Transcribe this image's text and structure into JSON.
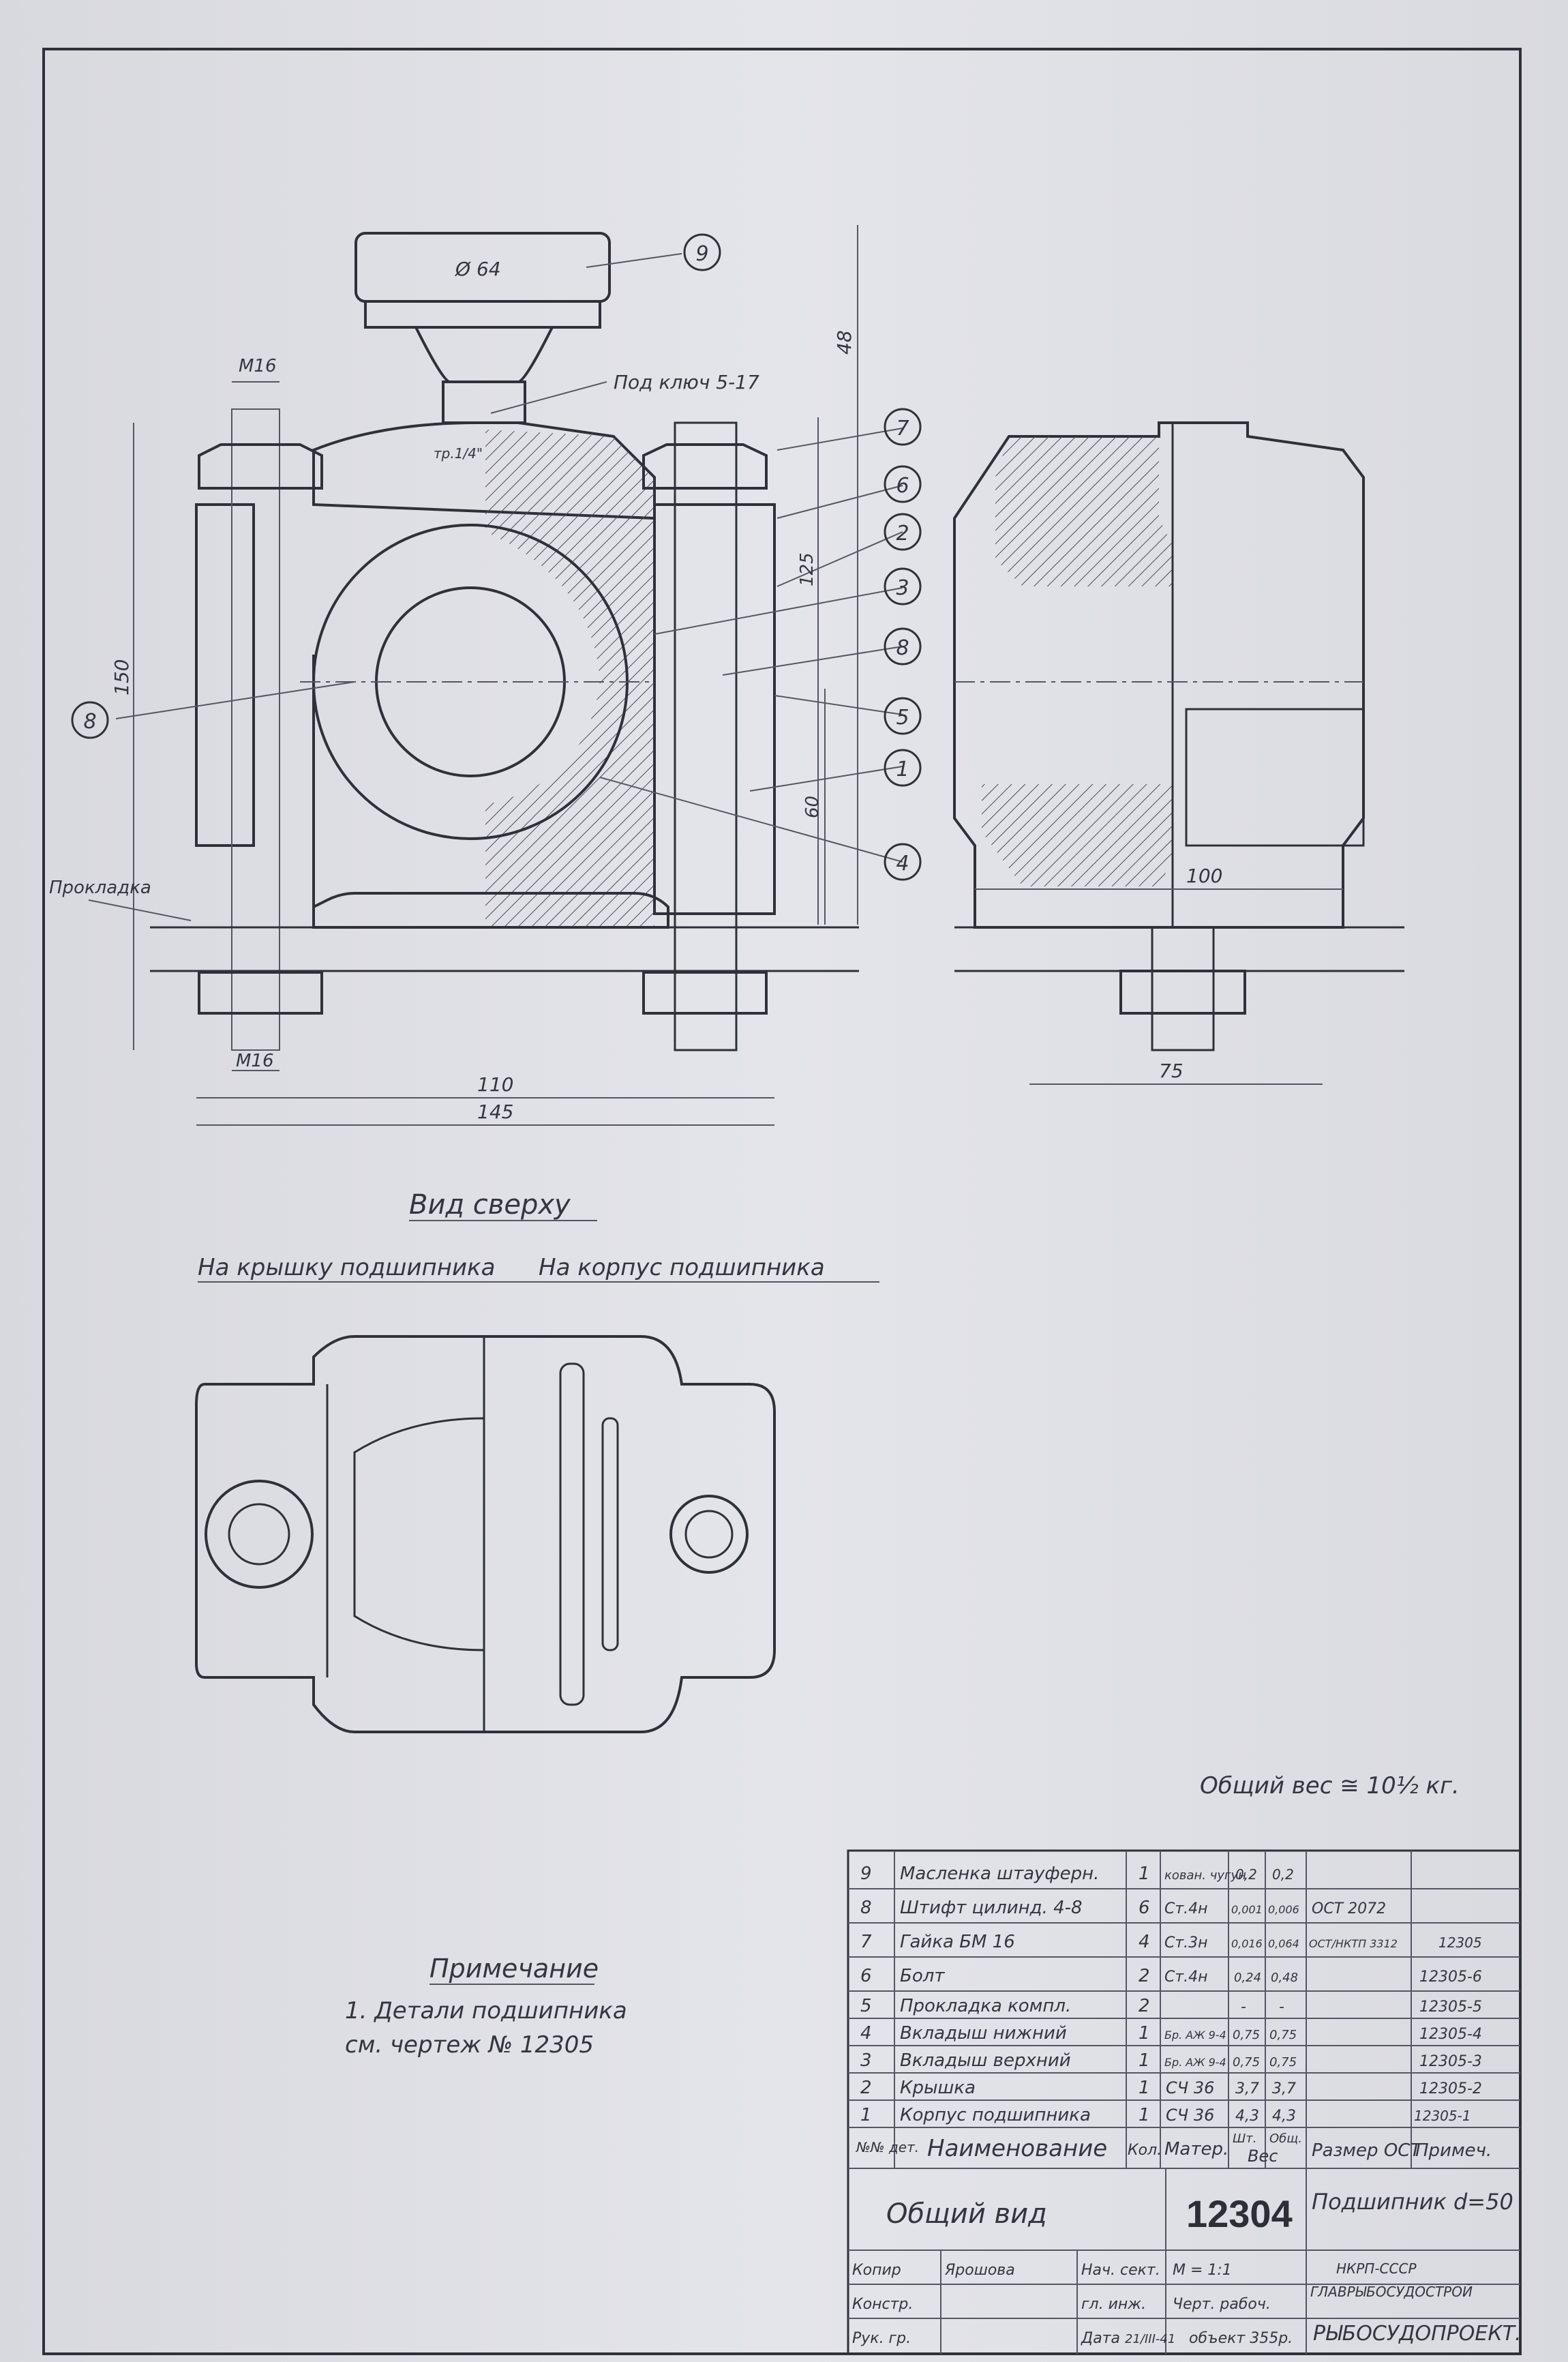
{
  "front_view": {
    "callouts": [
      "9",
      "7",
      "6",
      "2",
      "3",
      "8",
      "5",
      "1",
      "4",
      "8"
    ],
    "dims": {
      "m16_top": "M16",
      "pod_klyuch": "Под ключ 5-17",
      "tr": "тр.1/4\"",
      "knurl": "Ø 64",
      "h48": "48",
      "h125": "125",
      "h150": "150",
      "h60": "60",
      "m16_bottom": "M16",
      "w110": "110",
      "w145": "145",
      "prokladka": "Прокладка"
    }
  },
  "side_view": {
    "w100": "100",
    "w75": "75"
  },
  "top_view": {
    "title": "Вид сверху",
    "label_left": "На крышку подшипника",
    "label_right": "На корпус подшипника"
  },
  "weight": "Общий вес ≅ 10½ кг.",
  "note": {
    "title": "Примечание",
    "line1": "1. Детали подшипника",
    "line2": "см. чертеж № 12305"
  },
  "parts_table": {
    "rows": [
      {
        "no": "9",
        "name": "Масленка штауферн.",
        "qty": "1",
        "mat": "кован. чугун",
        "w1": "0,2",
        "w2": "0,2",
        "std": "",
        "note": ""
      },
      {
        "no": "8",
        "name": "Штифт цилинд. 4-8",
        "qty": "6",
        "mat": "Ст.4н",
        "w1": "0,001",
        "w2": "0,006",
        "std": "ОСТ 2072",
        "note": ""
      },
      {
        "no": "7",
        "name": "Гайка БМ 16",
        "qty": "4",
        "mat": "Ст.3н",
        "w1": "0,016",
        "w2": "0,064",
        "std": "ОСТ/НКТП 3312",
        "note": "12305"
      },
      {
        "no": "6",
        "name": "Болт",
        "qty": "2",
        "mat": "Ст.4н",
        "w1": "0,24",
        "w2": "0,48",
        "std": "",
        "note": "12305-6"
      },
      {
        "no": "5",
        "name": "Прокладка компл.",
        "qty": "2",
        "mat": "",
        "w1": "-",
        "w2": "-",
        "std": "",
        "note": "12305-5"
      },
      {
        "no": "4",
        "name": "Вкладыш нижний",
        "qty": "1",
        "mat": "Бр. АЖ 9-4",
        "w1": "0,75",
        "w2": "0,75",
        "std": "",
        "note": "12305-4"
      },
      {
        "no": "3",
        "name": "Вкладыш верхний",
        "qty": "1",
        "mat": "Бр. АЖ 9-4",
        "w1": "0,75",
        "w2": "0,75",
        "std": "",
        "note": "12305-3"
      },
      {
        "no": "2",
        "name": "Крышка",
        "qty": "1",
        "mat": "СЧ 36",
        "w1": "3,7",
        "w2": "3,7",
        "std": "",
        "note": "12305-2"
      },
      {
        "no": "1",
        "name": "Корпус подшипника",
        "qty": "1",
        "mat": "СЧ 36",
        "w1": "4,3",
        "w2": "4,3",
        "std": "",
        "note": "12305-1"
      }
    ],
    "header": {
      "no": "№№ дет.",
      "name": "Наименование",
      "qty": "Кол.",
      "mat": "Матер.",
      "w1": "Шт.",
      "w2": "Общ.",
      "ves": "Вес",
      "std": "Размер ОСТ",
      "note": "Примеч."
    },
    "title_block": {
      "view": "Общий вид",
      "number": "12304",
      "name": "Подшипник d=50",
      "scale": "М = 1:1",
      "type": "Черт. рабоч.",
      "object": "объект 355р.",
      "org1": "НКРП-СССР",
      "org2": "ГЛАВРЫБОСУДОСТРОЙ",
      "org3": "РЫБОСУДОПРОЕКТ.",
      "rows": [
        {
          "role": "Копир",
          "name": "Ярошова",
          "role2": "Нач. сект."
        },
        {
          "role": "Констр.",
          "name": "",
          "role2": "гл. инж."
        },
        {
          "role": "Рук. гр.",
          "name": "",
          "role2": "Дата",
          "date": "21/III-41"
        }
      ]
    }
  }
}
